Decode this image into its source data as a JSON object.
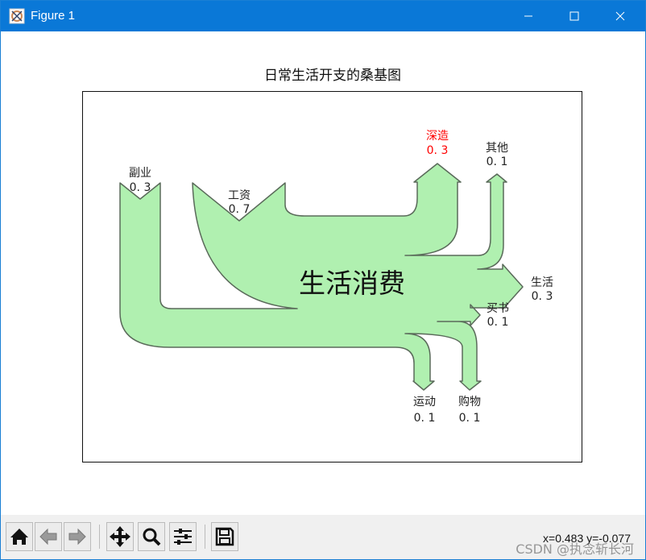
{
  "window": {
    "title": "Figure 1"
  },
  "figure": {
    "title": "日常生活开支的桑基图",
    "center_label": "生活消费",
    "fill_color": "#b0f0b0",
    "edge_color": "#5a6a5a",
    "highlight_color": "#ff0000"
  },
  "chart_data": {
    "type": "sankey",
    "title": "日常生活开支的桑基图",
    "center": "生活消费",
    "flows": [
      {
        "label": "副业",
        "value": 0.3,
        "value_text": "0. 3",
        "direction": "input"
      },
      {
        "label": "工资",
        "value": 0.7,
        "value_text": "0. 7",
        "direction": "input"
      },
      {
        "label": "深造",
        "value": -0.3,
        "value_text": "0. 3",
        "direction": "output",
        "highlight": true
      },
      {
        "label": "其他",
        "value": -0.1,
        "value_text": "0. 1",
        "direction": "output"
      },
      {
        "label": "生活",
        "value": -0.3,
        "value_text": "0. 3",
        "direction": "output"
      },
      {
        "label": "买书",
        "value": -0.1,
        "value_text": "0. 1",
        "direction": "output"
      },
      {
        "label": "购物",
        "value": -0.1,
        "value_text": "0. 1",
        "direction": "output"
      },
      {
        "label": "运动",
        "value": -0.1,
        "value_text": "0. 1",
        "direction": "output"
      }
    ]
  },
  "toolbar": {
    "buttons": [
      "home-icon",
      "back-icon",
      "forward-icon",
      "pan-icon",
      "zoom-icon",
      "configure-subplots-icon",
      "save-icon"
    ],
    "coords": "x=0.483 y=-0.077"
  },
  "watermark": "CSDN @执念斩长河"
}
